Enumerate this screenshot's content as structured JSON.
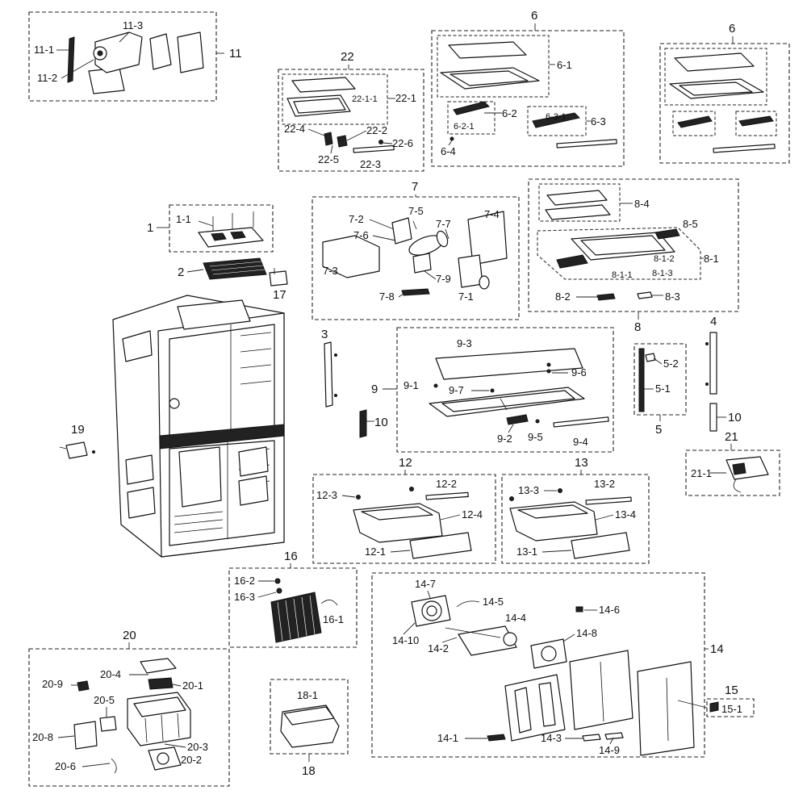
{
  "labels": {
    "g1": "1",
    "g1_1": "1-1",
    "g2": "2",
    "g3": "3",
    "g4": "4",
    "g5": "5",
    "g5_1": "5-1",
    "g5_2": "5-2",
    "g6a": "6",
    "g6b": "6",
    "g6_1": "6-1",
    "g6_2": "6-2",
    "g6_2_1": "6-2-1",
    "g6_3": "6-3",
    "g6_3_1": "6-3-1",
    "g6_4": "6-4",
    "g7": "7",
    "g7_1": "7-1",
    "g7_2": "7-2",
    "g7_3": "7-3",
    "g7_4": "7-4",
    "g7_5": "7-5",
    "g7_6": "7-6",
    "g7_7": "7-7",
    "g7_8": "7-8",
    "g7_9": "7-9",
    "g8": "8",
    "g8_1": "8-1",
    "g8_1_1": "8-1-1",
    "g8_1_2": "8-1-2",
    "g8_1_3": "8-1-3",
    "g8_2": "8-2",
    "g8_3": "8-3",
    "g8_4": "8-4",
    "g8_5": "8-5",
    "g9": "9",
    "g9_1": "9-1",
    "g9_2": "9-2",
    "g9_3": "9-3",
    "g9_4": "9-4",
    "g9_5": "9-5",
    "g9_6": "9-6",
    "g9_7": "9-7",
    "g10a": "10",
    "g10b": "10",
    "g11": "11",
    "g11_1": "11-1",
    "g11_2": "11-2",
    "g11_3": "11-3",
    "g12": "12",
    "g12_1": "12-1",
    "g12_2": "12-2",
    "g12_3": "12-3",
    "g12_4": "12-4",
    "g13": "13",
    "g13_1": "13-1",
    "g13_2": "13-2",
    "g13_3": "13-3",
    "g13_4": "13-4",
    "g14": "14",
    "g14_1": "14-1",
    "g14_2": "14-2",
    "g14_3": "14-3",
    "g14_4": "14-4",
    "g14_5": "14-5",
    "g14_6": "14-6",
    "g14_7": "14-7",
    "g14_8": "14-8",
    "g14_9": "14-9",
    "g14_10": "14-10",
    "g15": "15",
    "g15_1": "15-1",
    "g16": "16",
    "g16_1": "16-1",
    "g16_2": "16-2",
    "g16_3": "16-3",
    "g17": "17",
    "g18": "18",
    "g18_1": "18-1",
    "g19": "19",
    "g20": "20",
    "g20_1": "20-1",
    "g20_2": "20-2",
    "g20_3": "20-3",
    "g20_4": "20-4",
    "g20_5": "20-5",
    "g20_6": "20-6",
    "g20_8": "20-8",
    "g20_9": "20-9",
    "g21": "21",
    "g21_1": "21-1",
    "g22": "22",
    "g22_1": "22-1",
    "g22_1_1": "22-1-1",
    "g22_2": "22-2",
    "g22_3": "22-3",
    "g22_4": "22-4",
    "g22_5": "22-5",
    "g22_6": "22-6"
  }
}
